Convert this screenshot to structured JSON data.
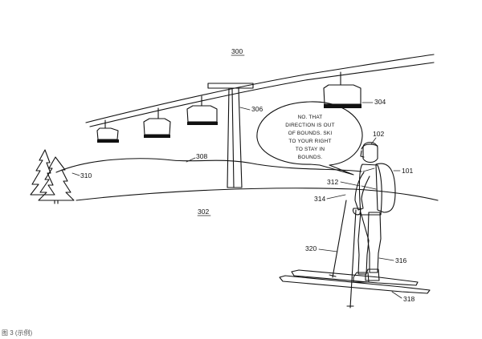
{
  "labels": {
    "fig": "300",
    "ground": "302",
    "chair": "304",
    "tower": "306",
    "hill": "308",
    "tree": "310",
    "strap": "312",
    "hand": "314",
    "boot": "316",
    "ski": "318",
    "pole": "320",
    "backpack": "101",
    "skier": "102"
  },
  "speech_bubble": {
    "lines": [
      "NO. THAT",
      "DIRECTION IS OUT",
      "OF BOUNDS. SKI",
      "TO YOUR RIGHT",
      "TO STAY IN",
      "BOUNDS."
    ]
  },
  "footer_text": "图 3 (示例)"
}
